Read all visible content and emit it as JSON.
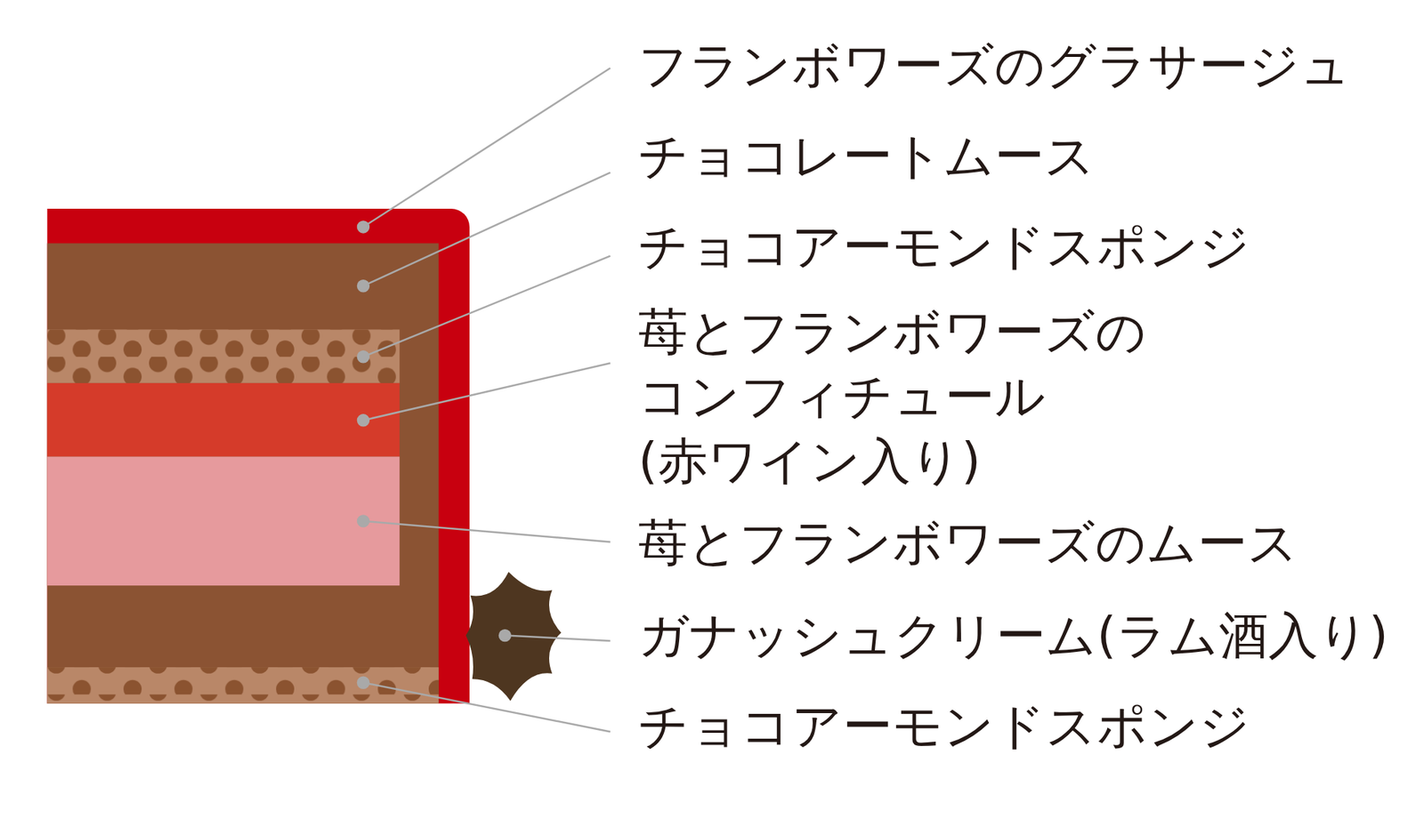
{
  "diagram": {
    "labels": [
      "フランボワーズのグラサージュ",
      "チョコレートムース",
      "チョコアーモンドスポンジ",
      "苺とフランボワーズの コンフィチュール(赤ワイン入り)",
      "苺とフランボワーズのムース",
      "ガナッシュクリーム(ラム酒入り)",
      "チョコアーモンドスポンジ"
    ]
  }
}
